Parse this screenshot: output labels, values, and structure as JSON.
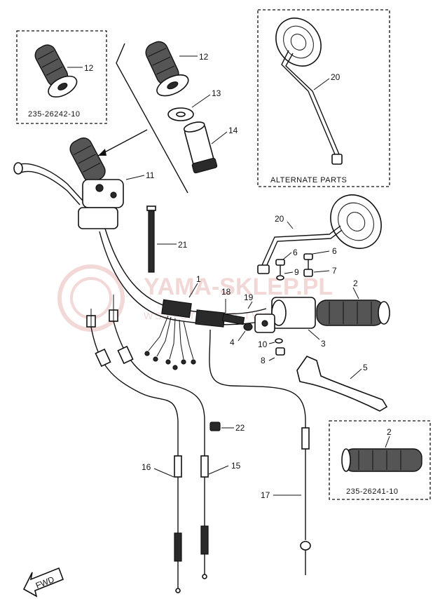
{
  "callouts": {
    "p1": "1",
    "p2_main": "2",
    "p2_box": "2",
    "p3": "3",
    "p4": "4",
    "p5": "5",
    "p6a": "6",
    "p6b": "6",
    "p7": "7",
    "p8": "8",
    "p9": "9",
    "p10": "10",
    "p11": "11",
    "p12_box": "12",
    "p12_main": "12",
    "p13": "13",
    "p14": "14",
    "p15": "15",
    "p16": "16",
    "p17": "17",
    "p18": "18",
    "p19": "19",
    "p20_box": "20",
    "p20_main": "20",
    "p21": "21",
    "p22": "22"
  },
  "boxes": {
    "left_grip_part_no": "235-26242-10",
    "right_grip_part_no": "235-26241-10",
    "alternate_label": "ALTERNATE PARTS"
  },
  "fwd_label": "FWD",
  "watermark": {
    "main": "YAMA-SKLEP.PL",
    "sub": "WSZYSTKO DO TWOJEJ YAMAHA"
  }
}
